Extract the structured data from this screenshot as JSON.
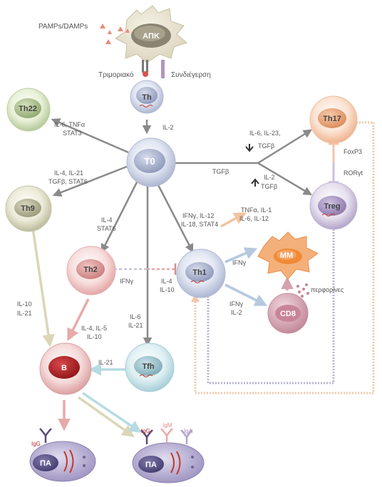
{
  "cells": {
    "apc": "ΑΠΚ",
    "th_top": "Th",
    "t0": "T0",
    "th22": "Th22",
    "th9": "Th9",
    "th17": "Th17",
    "treg": "Treg",
    "th2": "Th2",
    "th1": "Th1",
    "mm": "ΜΜ",
    "cd8": "CD8",
    "tfh": "Tfh",
    "b": "B",
    "pa_left": "ΠΑ",
    "pa_right": "ΠΑ"
  },
  "labels": {
    "pamps": "PAMPs/DAMPs",
    "trimoriako": "Τριμοριακό",
    "syndiegersi": "Συνδιέγερση",
    "il2_top": "IL-2",
    "th22_l1": "IL-6, TNFα",
    "th22_l2": "STAT3",
    "th9_l1": "IL-4, IL-21",
    "th9_l2": "TGFβ, STAT6",
    "th2_l1": "IL-4",
    "th2_l2": "STAT6",
    "th1_l1": "IFNγ, IL-12",
    "th1_l2": "IL-18, STAT4",
    "tfh_l1": "IL-6",
    "tfh_l2": "IL-21",
    "tgfb": "TGFβ",
    "th17_l1": "IL-6, IL-23,",
    "th17_l2": "TGFβ",
    "treg_l1": "IL-2",
    "treg_l2": "TGFβ",
    "foxp3": "FoxP3",
    "roryt": "RORγt",
    "mm_l1": "TNFα, IL-1",
    "mm_l2": "IL-6, IL-12",
    "ifng_mm": "IFNγ",
    "cd8_l1": "IFNγ",
    "cd8_l2": "IL-2",
    "perforines": "περφορίνες",
    "ifng_th2": "IFNγ",
    "th1_inh_l1": "IL-4",
    "th1_inh_l2": "IL-10",
    "th9b_l1": "IL-10",
    "th9b_l2": "IL-21",
    "th2b_l1": "IL-4, IL-5",
    "th2b_l2": "IL-10",
    "il21_tfh": "IL-21",
    "igg_left": "IgG",
    "igg_right": "IgG",
    "igm": "IgM",
    "iga": "IgA"
  },
  "colors": {
    "arrow_gray": "#8a8a8a",
    "th17_orange": "#f0b58e",
    "treg_purple": "#a08cbc",
    "th2_pink": "#e8a3a3",
    "b_red": "#b8282b",
    "mm_orange": "#f4923e",
    "cd8_rose": "#c98d9c",
    "tfh_teal": "#a7d3dc",
    "plasma_purple": "#8c7fb6"
  }
}
